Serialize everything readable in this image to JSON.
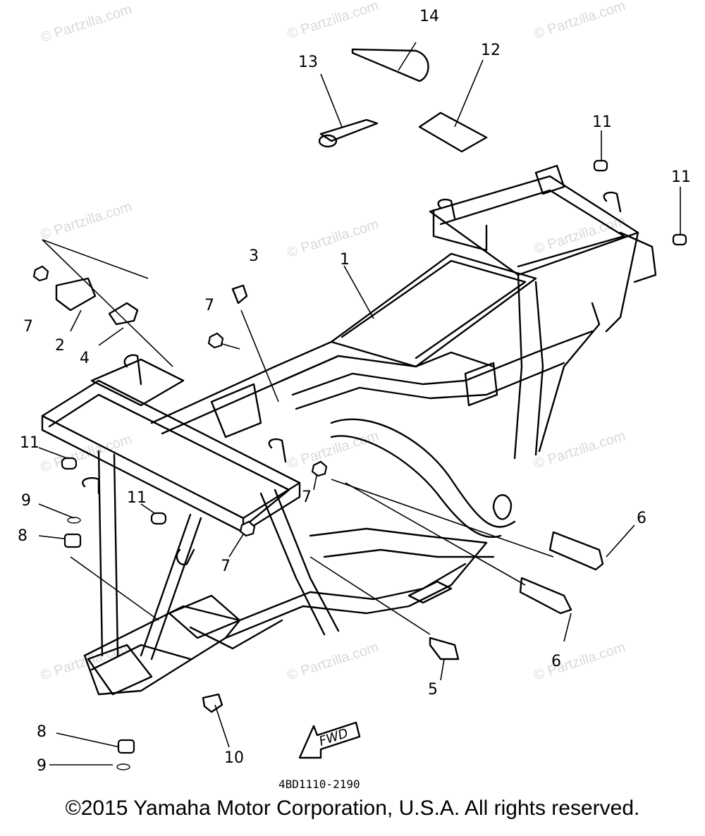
{
  "watermark": "© Partzilla.com",
  "diagram_code": "4BD1110-2190",
  "fwd_label": "FWD",
  "copyright": "©2015 Yamaha Motor Corporation, U.S.A. All rights reserved.",
  "callouts": {
    "c1": "1",
    "c2": "2",
    "c3": "3",
    "c4": "4",
    "c5": "5",
    "c6a": "6",
    "c6b": "6",
    "c7a": "7",
    "c7b": "7",
    "c7c": "7",
    "c7d": "7",
    "c8a": "8",
    "c8b": "8",
    "c9a": "9",
    "c9b": "9",
    "c10": "10",
    "c11a": "11",
    "c11b": "11",
    "c11c": "11",
    "c11d": "11",
    "c12": "12",
    "c13": "13",
    "c14": "14"
  }
}
